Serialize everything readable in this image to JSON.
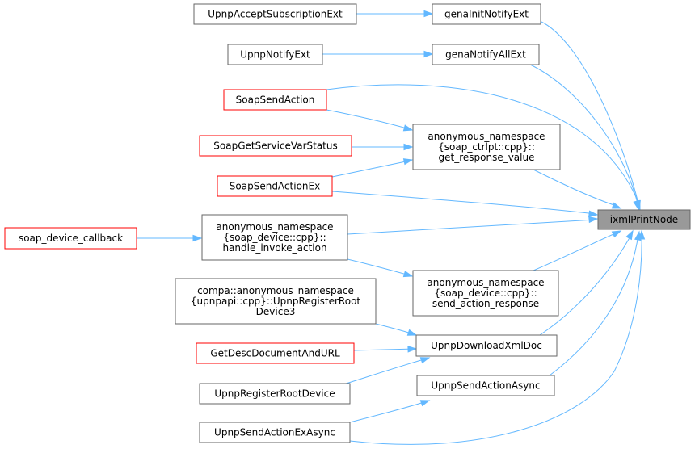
{
  "diagram": {
    "focus_node": "ixmlPrintNode",
    "colors": {
      "edge": "#63b8ff",
      "node_border": "#666666",
      "node_border_incomplete": "#ff0000",
      "focus_fill": "#999999"
    },
    "nodes": [
      {
        "id": "n_ixml",
        "lines": [
          "ixmlPrintNode"
        ],
        "style": "focus"
      },
      {
        "id": "n_genaInit",
        "lines": [
          "genaInitNotifyExt"
        ],
        "style": "normal"
      },
      {
        "id": "n_genaAll",
        "lines": [
          "genaNotifyAllExt"
        ],
        "style": "normal"
      },
      {
        "id": "n_acceptSub",
        "lines": [
          "UpnpAcceptSubscriptionExt"
        ],
        "style": "normal"
      },
      {
        "id": "n_notifyExt",
        "lines": [
          "UpnpNotifyExt"
        ],
        "style": "normal"
      },
      {
        "id": "n_soapSend",
        "lines": [
          "SoapSendAction"
        ],
        "style": "red"
      },
      {
        "id": "n_soapGetVar",
        "lines": [
          "SoapGetServiceVarStatus"
        ],
        "style": "red"
      },
      {
        "id": "n_soapSendEx",
        "lines": [
          "SoapSendActionEx"
        ],
        "style": "red"
      },
      {
        "id": "n_getResp",
        "lines": [
          "anonymous_namespace",
          "{soap_ctrlpt::cpp}::",
          "get_response_value"
        ],
        "style": "normal"
      },
      {
        "id": "n_devCb",
        "lines": [
          "soap_device_callback"
        ],
        "style": "red"
      },
      {
        "id": "n_handleInv",
        "lines": [
          "anonymous_namespace",
          "{soap_device::cpp}::",
          "handle_invoke_action"
        ],
        "style": "normal"
      },
      {
        "id": "n_sendResp",
        "lines": [
          "anonymous_namespace",
          "{soap_device::cpp}::",
          "send_action_response"
        ],
        "style": "normal"
      },
      {
        "id": "n_regRoot3",
        "lines": [
          "compa::anonymous_namespace",
          "{upnpapi::cpp}::UpnpRegisterRoot",
          "Device3"
        ],
        "style": "normal"
      },
      {
        "id": "n_getDesc",
        "lines": [
          "GetDescDocumentAndURL"
        ],
        "style": "red"
      },
      {
        "id": "n_regRoot",
        "lines": [
          "UpnpRegisterRootDevice"
        ],
        "style": "normal"
      },
      {
        "id": "n_sendExAsync",
        "lines": [
          "UpnpSendActionExAsync"
        ],
        "style": "normal"
      },
      {
        "id": "n_download",
        "lines": [
          "UpnpDownloadXmlDoc"
        ],
        "style": "normal"
      },
      {
        "id": "n_sendAsync",
        "lines": [
          "UpnpSendActionAsync"
        ],
        "style": "normal"
      }
    ],
    "edges": [
      {
        "from": "n_genaInit",
        "to": "n_ixml"
      },
      {
        "from": "n_genaAll",
        "to": "n_ixml"
      },
      {
        "from": "n_soapSend",
        "to": "n_ixml"
      },
      {
        "from": "n_getResp",
        "to": "n_ixml"
      },
      {
        "from": "n_soapSendEx",
        "to": "n_ixml"
      },
      {
        "from": "n_handleInv",
        "to": "n_ixml"
      },
      {
        "from": "n_sendResp",
        "to": "n_ixml"
      },
      {
        "from": "n_download",
        "to": "n_ixml"
      },
      {
        "from": "n_sendAsync",
        "to": "n_ixml"
      },
      {
        "from": "n_sendExAsync",
        "to": "n_ixml"
      },
      {
        "from": "n_acceptSub",
        "to": "n_genaInit"
      },
      {
        "from": "n_notifyExt",
        "to": "n_genaAll"
      },
      {
        "from": "n_soapSend",
        "to": "n_getResp"
      },
      {
        "from": "n_soapGetVar",
        "to": "n_getResp"
      },
      {
        "from": "n_soapSendEx",
        "to": "n_getResp"
      },
      {
        "from": "n_devCb",
        "to": "n_handleInv"
      },
      {
        "from": "n_handleInv",
        "to": "n_sendResp"
      },
      {
        "from": "n_regRoot3",
        "to": "n_download"
      },
      {
        "from": "n_getDesc",
        "to": "n_download"
      },
      {
        "from": "n_regRoot",
        "to": "n_download"
      },
      {
        "from": "n_sendExAsync",
        "to": "n_sendAsync"
      }
    ]
  }
}
